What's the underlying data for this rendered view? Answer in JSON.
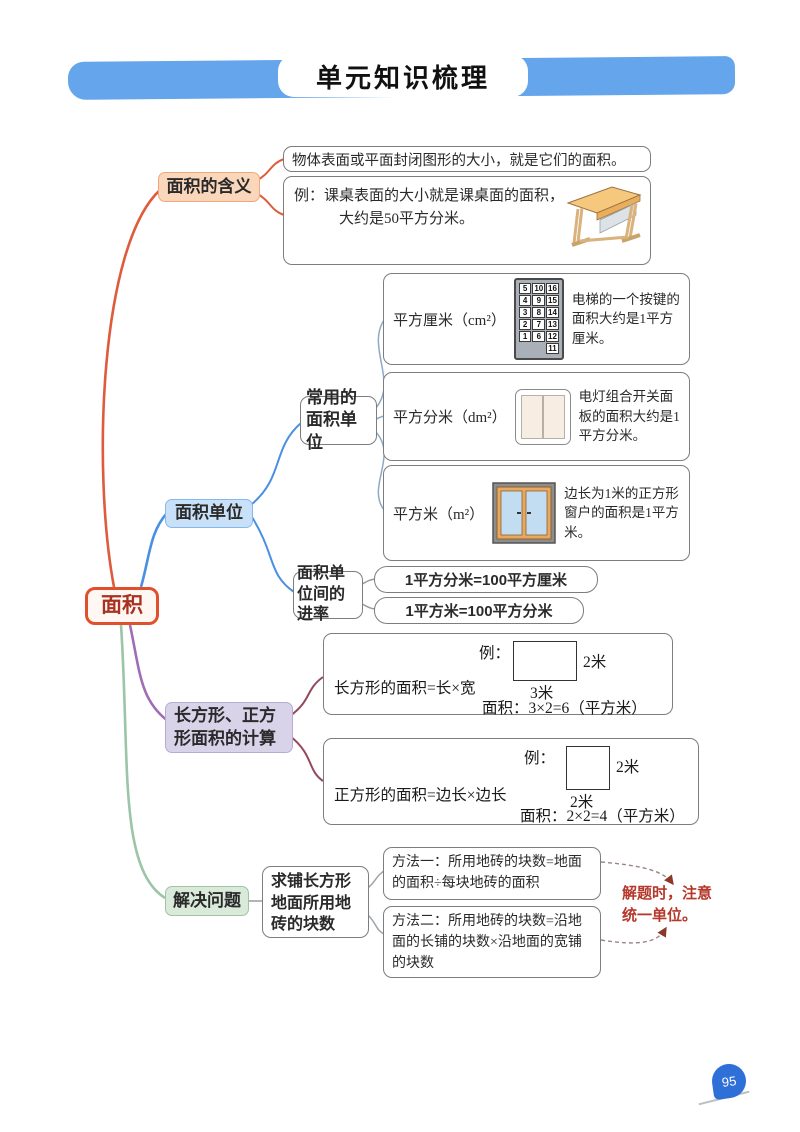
{
  "page": {
    "title": "单元知识梳理",
    "page_number": "95"
  },
  "root": {
    "label": "面积"
  },
  "meaning": {
    "label": "面积的含义",
    "definition": "物体表面或平面封闭图形的大小，就是它们的面积。",
    "example_line1": "例：课桌表面的大小就是课桌面的面积，",
    "example_line2": "大约是50平方分米。"
  },
  "units": {
    "label": "面积单位",
    "common": {
      "label": "常用的面积单位",
      "items": [
        {
          "name": "平方厘米（cm²）",
          "icon": "elevator-keypad-icon",
          "desc": "电梯的一个按键的面积大约是1平方厘米。"
        },
        {
          "name": "平方分米（dm²）",
          "icon": "light-switch-icon",
          "desc": "电灯组合开关面板的面积大约是1平方分米。"
        },
        {
          "name": "平方米（m²）",
          "icon": "window-icon",
          "desc": "边长为1米的正方形窗户的面积是1平方米。"
        }
      ],
      "keypad_numbers": [
        "5",
        "10",
        "16",
        "4",
        "9",
        "15",
        "3",
        "8",
        "14",
        "2",
        "7",
        "13",
        "1",
        "6",
        "12",
        "",
        "",
        "11"
      ]
    },
    "conversion": {
      "label": "面积单位间的进率",
      "rules": [
        "1平方分米=100平方厘米",
        "1平方米=100平方分米"
      ]
    }
  },
  "calculation": {
    "label": "长方形、正方形面积的计算",
    "rectangle": {
      "formula": "长方形的面积=长×宽",
      "example_label": "例：",
      "side_right": "2米",
      "side_bottom": "3米",
      "area": "面积：3×2=6（平方米）"
    },
    "square": {
      "formula": "正方形的面积=边长×边长",
      "example_label": "例：",
      "side_right": "2米",
      "side_bottom": "2米",
      "area": "面积：2×2=4（平方米）"
    }
  },
  "problem": {
    "label": "解决问题",
    "task": "求铺长方形地面所用地砖的块数",
    "method1": "方法一：所用地砖的块数=地面的面积÷每块地砖的面积",
    "method2": "方法二：所用地砖的块数=沿地面的长铺的块数×沿地面的宽铺的块数",
    "note_line1": "解题时，注意",
    "note_line2": "统一单位。"
  },
  "colors": {
    "banner_blue": "#64A5EC",
    "meaning_bg": "#FAD7BA",
    "meaning_border": "#EFA87D",
    "units_bg": "#C9E1F8",
    "units_border": "#85B8EC",
    "calc_bg": "#D9D3EA",
    "calc_border": "#B6ABD6",
    "problem_bg": "#D9E9DA",
    "problem_border": "#9EC5A4",
    "root_border": "#E0502F",
    "root_text": "#A83222",
    "line_red": "#DE5B3C",
    "line_blue": "#4A90E2",
    "line_purple": "#A06CB4",
    "line_maroon": "#95485C",
    "line_green": "#9CC4A8",
    "note_red": "#B5382A",
    "badge_blue": "#2E6FD8"
  }
}
